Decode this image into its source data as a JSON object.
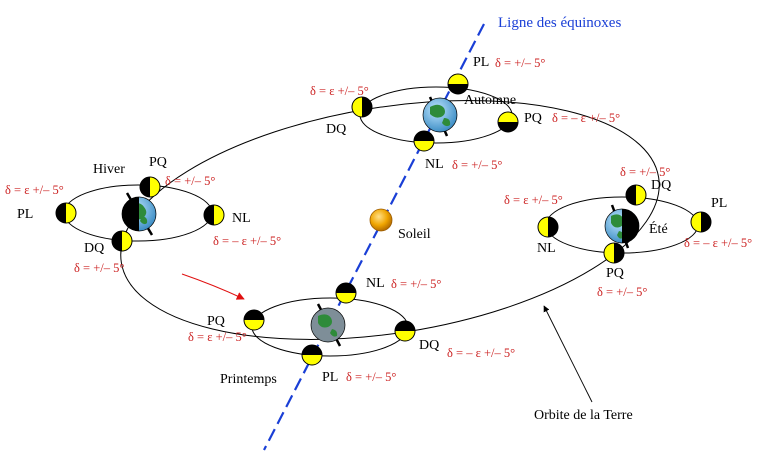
{
  "title": "Ligne des équinoxes",
  "sun_label": "Soleil",
  "orbit_label": "Orbite de la Terre",
  "seasons": {
    "hiver": "Hiver",
    "automne": "Automne",
    "ete": "Été",
    "printemps": "Printemps"
  },
  "phases": {
    "pq": "PQ",
    "pl": "PL",
    "nl": "NL",
    "dq": "DQ"
  },
  "declinations": {
    "pm5": "δ = +/– 5°",
    "eps": "δ = ε +/– 5°",
    "neg_eps": "δ = – ε +/– 5°"
  },
  "colors": {
    "equinox_line": "#1a3fd6",
    "declination_text": "#cc2222",
    "moon_lit": "#ffff00",
    "moon_dark": "#000000",
    "sun": "#f0a500",
    "earth_water": "#55aadd",
    "earth_land": "#2e8b3a",
    "arrow": "#e01010"
  }
}
